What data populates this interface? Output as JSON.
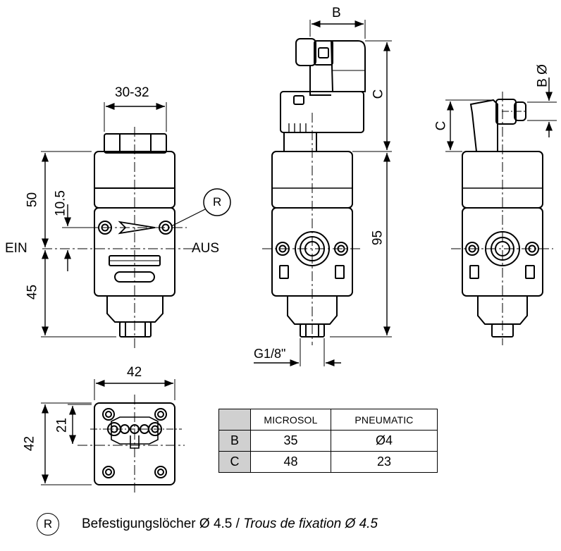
{
  "labels": {
    "top_width": "30-32",
    "dim_50": "50",
    "dim_10_5": "10.5",
    "dim_45": "45",
    "inlet": "EIN",
    "outlet": "AUS",
    "ref_r": "R",
    "dim_b_top": "B",
    "dim_c_side": "C",
    "dim_95": "95",
    "port_thread": "G1/8\"",
    "dim_b_dia": "B Ø",
    "dim_c_right": "C",
    "bottom_width": "42",
    "bottom_height": "42",
    "bottom_half": "21"
  },
  "table": {
    "headers": [
      "",
      "MICROSOL",
      "PNEUMATIC"
    ],
    "rows": [
      {
        "key": "B",
        "microsol": "35",
        "pneumatic": "Ø4"
      },
      {
        "key": "C",
        "microsol": "48",
        "pneumatic": "23"
      }
    ]
  },
  "legend": {
    "symbol": "R",
    "text_de": "Befestigungslöcher Ø 4.5 /",
    "text_fr": "Trous de fixation Ø 4.5"
  }
}
